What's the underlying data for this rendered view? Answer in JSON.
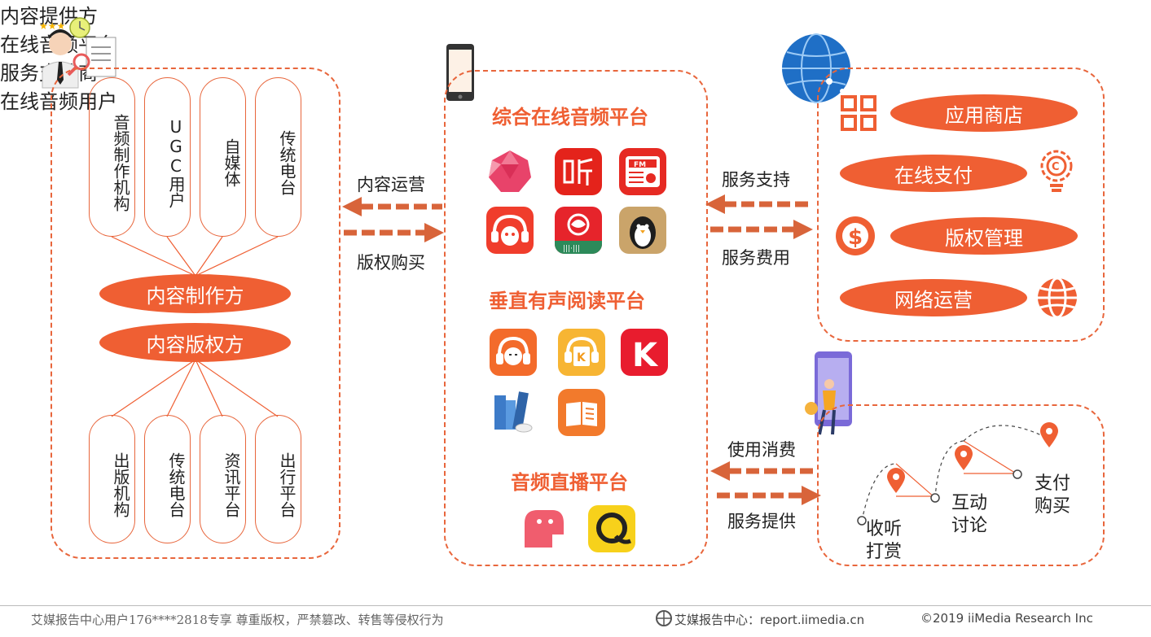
{
  "providers": {
    "title": "内容提供方",
    "top_items": [
      "音频制作机构",
      "UGC用户",
      "自媒体",
      "传统电台"
    ],
    "producer_label": "内容制作方",
    "copyright_label": "内容版权方",
    "bottom_items": [
      "出版机构",
      "传统电台",
      "资讯平台",
      "出行平台"
    ]
  },
  "platform": {
    "title": "在线音频平台",
    "sections": [
      "综合在线音频平台",
      "垂直有声阅读平台",
      "音频直播平台"
    ],
    "apps": {
      "general": [
        "ximalaya-app-icon",
        "tingban-app-icon",
        "fm-radio-app-icon",
        "lizhi-app-icon",
        "phoenix-fm-app-icon",
        "qingting-app-icon"
      ],
      "reading": [
        "lanren-app-icon",
        "kuwo-audiobook-app-icon",
        "k-app-icon",
        "library-app-icon",
        "book-app-icon"
      ],
      "live": [
        "pink-chat-app-icon",
        "yellow-live-app-icon"
      ]
    }
  },
  "arrows_left": {
    "top": "内容运营",
    "bottom": "版权购买"
  },
  "arrows_right_top": {
    "top": "服务支持",
    "bottom": "服务费用"
  },
  "arrows_right_bottom": {
    "top": "使用消费",
    "bottom": "服务提供"
  },
  "service": {
    "title": "服务支持商",
    "items": [
      "应用商店",
      "在线支付",
      "版权管理",
      "网络运营"
    ]
  },
  "users": {
    "title": "在线音频用户",
    "steps": [
      "收听打赏",
      "互动讨论",
      "支付购买"
    ]
  },
  "footer": {
    "left": "艾媒报告中心用户176****2818专享 尊重版权，严禁篡改、转售等侵权行为",
    "center": "艾媒报告中心：report.iimedia.cn",
    "right": "©2019  iiMedia Research  Inc"
  },
  "colors": {
    "accent": "#ef5f33",
    "dash": "#e8663c"
  }
}
